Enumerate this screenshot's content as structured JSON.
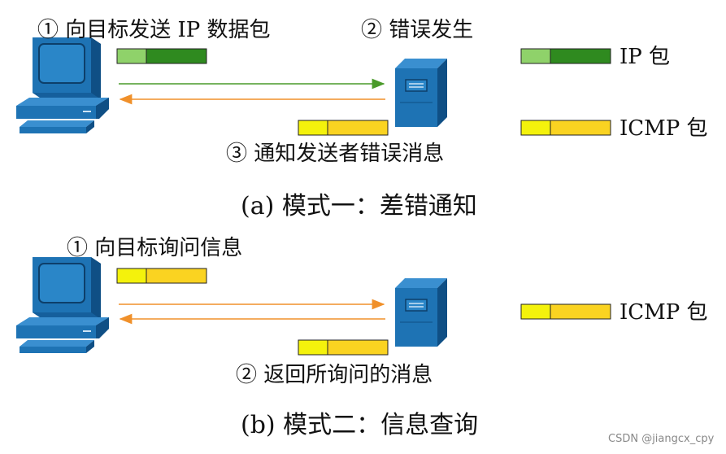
{
  "colors": {
    "computer_blue": "#1e73b4",
    "computer_light": "#3a8fd0",
    "computer_dark": "#0f4f85",
    "ip_header": "#8fd26a",
    "ip_body": "#2f8a1f",
    "icmp_header": "#f4f20c",
    "icmp_body": "#fad321",
    "arrow_green": "#4a9a2a",
    "arrow_orange": "#f0902a"
  },
  "mode_a": {
    "step1": "① 向目标发送 IP 数据包",
    "step2": "② 错误发生",
    "step3": "③ 通知发送者错误消息",
    "caption": "(a) 模式一：差错通知"
  },
  "mode_b": {
    "step1": "① 向目标询问信息",
    "step2": "② 返回所询问的消息",
    "caption": "(b) 模式二：信息查询"
  },
  "legend": {
    "ip_packet": "IP 包",
    "icmp_packet": "ICMP 包",
    "icmp_packet_b": "ICMP 包"
  },
  "watermark": "CSDN @jiangcx_cpy"
}
